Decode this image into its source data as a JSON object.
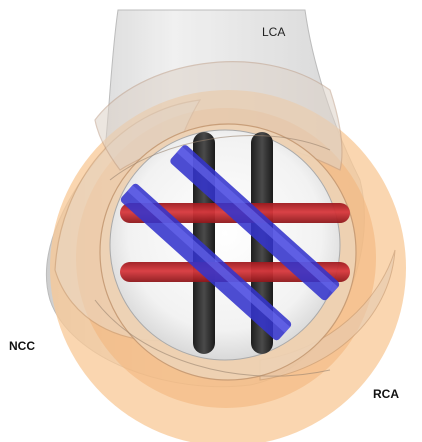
{
  "labels": {
    "lca": "LCA",
    "ncc": "NCC",
    "rca": "RCA"
  },
  "colors": {
    "aorta_wall": "#dcdcdc",
    "valve_orange": "#f5b87a",
    "annulus_inner": "#f0f0f0",
    "red_bar": "#c0262b",
    "blue_bar": "#3b3bd6",
    "black_bar": "#2a2a2a"
  }
}
